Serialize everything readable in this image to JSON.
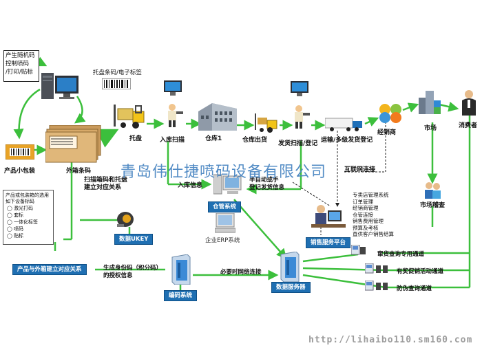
{
  "watermark": "青岛伟仕捷喷码设备有限公司",
  "footer_url": "http://lihaibo110.sm160.com",
  "top_left_box": [
    "产生随机码",
    "控制喷码",
    "/打印/贴标"
  ],
  "labels": {
    "pallet_barcode": "托盘条码/电子标签",
    "small_package": "产品小包装",
    "outer_box_code": "外箱条码",
    "pallet": "托盘",
    "scan_pallet": "扫描箱码和托盘",
    "build_relation": "建立对应关系",
    "in_scan": "入库扫描",
    "warehouse1": "仓库1",
    "warehouse_out": "仓库出货",
    "ship_scan": "发货扫描/登记",
    "transport": "运输/多级发货登记",
    "dealer": "经销商",
    "market": "市场",
    "consumer": "消费者",
    "internet": "互联网连接",
    "in_info": "入库信息",
    "ship_info_1": "半自动或手",
    "ship_info_2": "登记发货信息",
    "market_audit": "市场稽查",
    "erp": "企业ERP系统",
    "gen_id_1": "生成身份码（积分码）",
    "gen_id_2": "的授权信息",
    "realtime_link": "必要时网络连接",
    "dealer_query": "窜货查询专用通道",
    "promo": "有奖促销活动通道",
    "anti_fake": "防伪查询通道"
  },
  "tags": {
    "warehouse_system": "仓管系统",
    "ukey": "数据UKEY",
    "sales_platform": "销售服务平台",
    "coding_system": "编码系统",
    "data_server": "数据服务器",
    "relation_box": "产品与外箱建立对应关系"
  },
  "small_pkg_box": {
    "header_1": "产品或包装箱的选用",
    "header_2": "如下设备标码",
    "items": [
      "激光打码",
      "套标",
      "一体化标签",
      "喷码",
      "贴标"
    ]
  },
  "sales_list": [
    "专卖店管理系统",
    "订单管理",
    "经销商管理",
    "仓管连接",
    "销售费用管理",
    "预算及考核",
    "直供客户销售结算"
  ],
  "colors": {
    "arrow_green": "#3cbf3c",
    "tag_blue": "#1f6fb2",
    "watermark": "#4a86c2"
  }
}
